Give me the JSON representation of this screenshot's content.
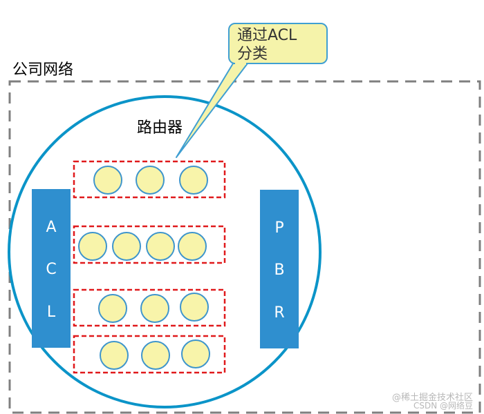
{
  "network_label": "公司网络",
  "router_label": "路由器",
  "callout": {
    "line1": "通过ACL",
    "line2": "分类"
  },
  "acl_block": {
    "letters": [
      "A",
      "C",
      "L"
    ]
  },
  "pbr_block": {
    "letters": [
      "P",
      "B",
      "R"
    ]
  },
  "class_groups": [
    {
      "count": 3
    },
    {
      "count": 4
    },
    {
      "count": 3
    },
    {
      "count": 3
    }
  ],
  "watermark": {
    "line1": "@稀土掘金技术社区",
    "line2": "CSDN @网络豆"
  },
  "colors": {
    "network_border": "#7f7f7f",
    "router_ring": "#0b94c8",
    "side_block": "#2f8fcf",
    "group_border": "#e0191b",
    "node_fill": "#f8f4aa",
    "node_stroke": "#3e95cc",
    "callout_fill": "#f5f3aa",
    "callout_stroke": "#3f9fd2"
  }
}
